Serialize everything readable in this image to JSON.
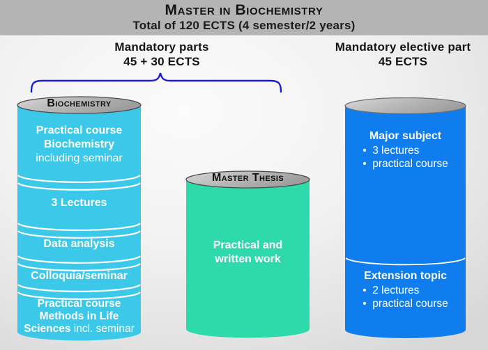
{
  "header": {
    "title": "Master in Biochemistry",
    "subtitle": "Total of 120 ECTS (4 semester/2 years)"
  },
  "groups": {
    "mandatory": {
      "line1": "Mandatory parts",
      "line2": "45 + 30 ECTS"
    },
    "elective": {
      "line1": "Mandatory elective part",
      "line2": "45 ECTS"
    }
  },
  "colors": {
    "header_bg": "#b4b4b4",
    "biochem_cylinder": "#3cc8e9",
    "thesis_cylinder": "#2ed9ab",
    "elective_cylinder": "#107dee",
    "lid_gray": "#b8b8b8",
    "brace_blue": "#1a1ad9",
    "divider_white": "#ffffff"
  },
  "ui": {
    "bullet": "•"
  },
  "biochemistry": {
    "label": "Biochemistry",
    "sections": {
      "s1_line1": "Practical course",
      "s1_line2": "Biochemistry",
      "s1_line3": "including seminar",
      "s2": "3 Lectures",
      "s3": "Data analysis",
      "s4": "Colloquia/seminar",
      "s5_line1": "Practical course",
      "s5_line2": "Methods in Life",
      "s5_line3_bold": "Sciences",
      "s5_line3_rest": " incl. seminar"
    }
  },
  "thesis": {
    "label": "Master Thesis",
    "line1": "Practical and",
    "line2": "written work"
  },
  "elective": {
    "top": {
      "title": "Major subject",
      "bullets": [
        "3 lectures",
        "practical course"
      ]
    },
    "bottom": {
      "title": "Extension topic",
      "bullets": [
        "2 lectures",
        "practical course"
      ]
    }
  }
}
